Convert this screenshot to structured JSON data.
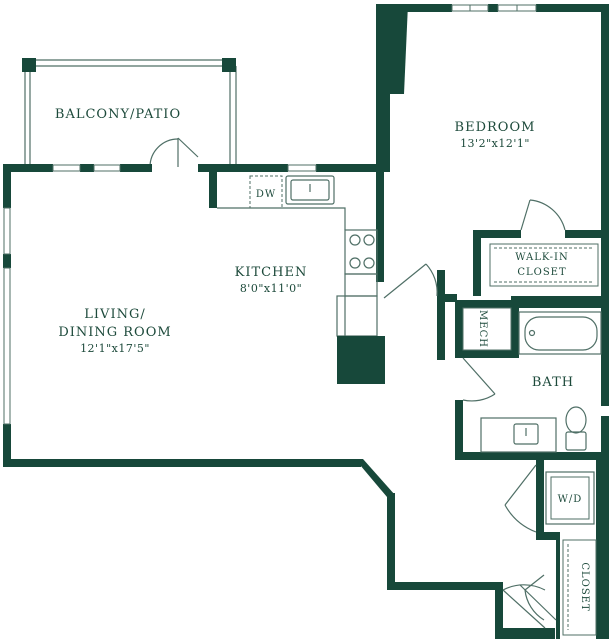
{
  "colors": {
    "wall": "#17483a",
    "fixture": "#4f6f66",
    "background": "#ffffff"
  },
  "rooms": {
    "balcony": {
      "name": "BALCONY/PATIO"
    },
    "bedroom": {
      "name": "BEDROOM",
      "dims": "13'2\"x12'1\""
    },
    "kitchen": {
      "name": "KITCHEN",
      "dims": "8'0\"x11'0\""
    },
    "living": {
      "name_line1": "LIVING/",
      "name_line2": "DINING ROOM",
      "dims": "12'1\"x17'5\""
    },
    "walkin": {
      "name_line1": "WALK-IN",
      "name_line2": "CLOSET"
    },
    "bath": {
      "name": "BATH"
    },
    "mech": {
      "name": "MECH"
    },
    "closet": {
      "name": "CLOSET"
    }
  },
  "fixtures": {
    "dishwasher": "DW",
    "washer_dryer": "W/D"
  }
}
